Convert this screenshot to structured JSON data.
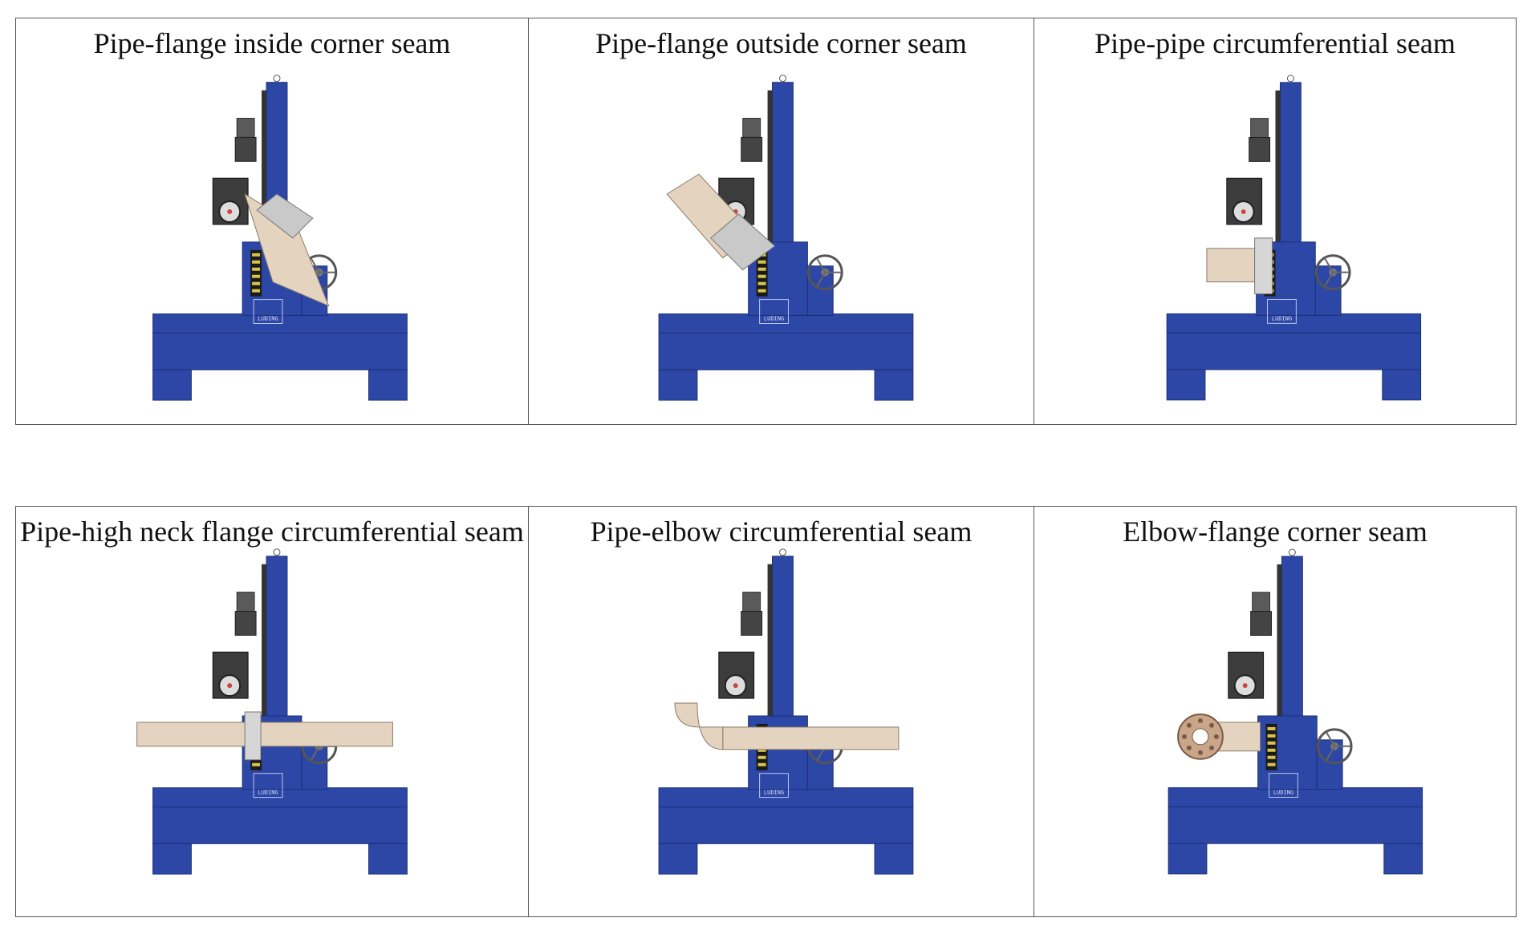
{
  "panels": [
    {
      "caption": "Pipe-flange inside corner seam",
      "workpiece": "tilted-pipe-inside",
      "logo_text": "LUDING"
    },
    {
      "caption": "Pipe-flange outside corner seam",
      "workpiece": "tilted-pipe-outside",
      "logo_text": "LUDING"
    },
    {
      "caption": "Pipe-pipe circumferential seam",
      "workpiece": "short-pipe",
      "logo_text": "LUDING"
    },
    {
      "caption": "Pipe-high neck flange circumferential seam",
      "workpiece": "long-pipe",
      "logo_text": "LUDING"
    },
    {
      "caption": "Pipe-elbow circumferential seam",
      "workpiece": "elbow-pipe",
      "logo_text": "LUDING"
    },
    {
      "caption": "Elbow-flange corner seam",
      "workpiece": "flange-disc",
      "logo_text": "LUDING"
    }
  ],
  "colors": {
    "frame_blue": "#2d47a6",
    "frame_dark": "#1c2f7a",
    "pipe": "#e3d3bf",
    "motor": "#5a5a5a",
    "border": "#555555"
  }
}
